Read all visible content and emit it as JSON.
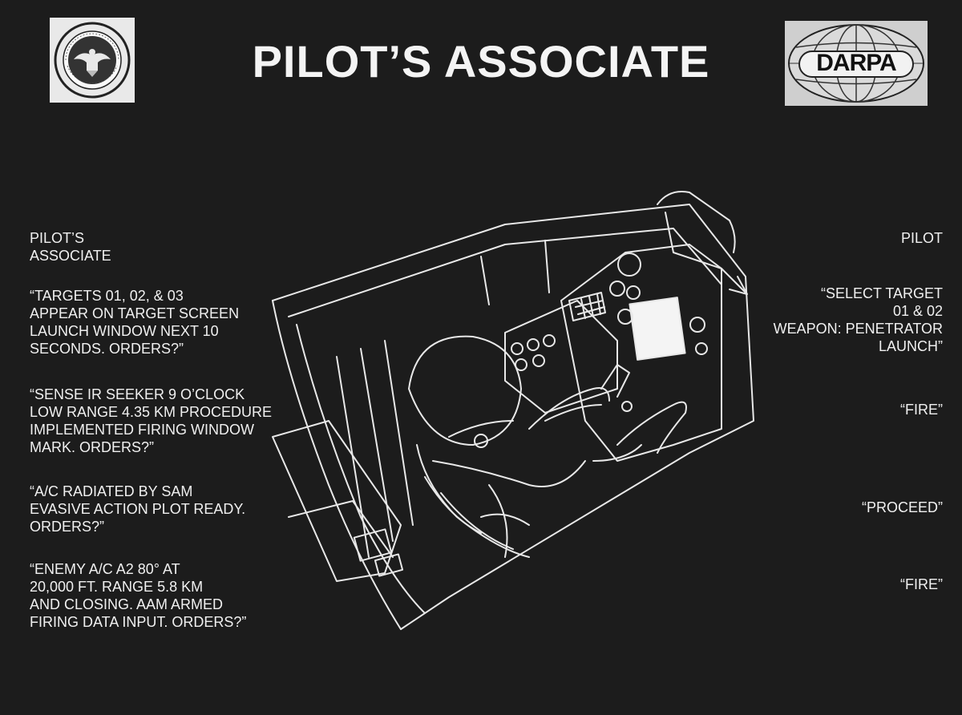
{
  "title": "PILOT’S ASSOCIATE",
  "logos": {
    "dod_seal_icon": "department-of-defense-seal-icon",
    "darpa_text": "DARPA"
  },
  "left_column": {
    "heading": "PILOT’S\nASSOCIATE",
    "messages": [
      "“TARGETS 01, 02, & 03\nAPPEAR ON TARGET SCREEN\nLAUNCH WINDOW NEXT 10\nSECONDS. ORDERS?”",
      "“SENSE IR SEEKER 9 O’CLOCK\nLOW RANGE 4.35 KM  PROCEDURE\nIMPLEMENTED FIRING WINDOW\nMARK. ORDERS?”",
      "“A/C RADIATED BY SAM\nEVASIVE ACTION PLOT READY.\nORDERS?”",
      "“ENEMY A/C A2 80° AT\n20,000 FT. RANGE 5.8 KM\nAND CLOSING. AAM ARMED\nFIRING DATA INPUT. ORDERS?”"
    ]
  },
  "right_column": {
    "heading": "PILOT",
    "responses": [
      "“SELECT TARGET\n01 & 02\nWEAPON: PENETRATOR\nLAUNCH”",
      "“FIRE”",
      "“PROCEED”",
      "“FIRE”"
    ]
  },
  "colors": {
    "background": "#1c1c1c",
    "text": "#f0f0f0",
    "line_art": "#e8e8e8"
  }
}
